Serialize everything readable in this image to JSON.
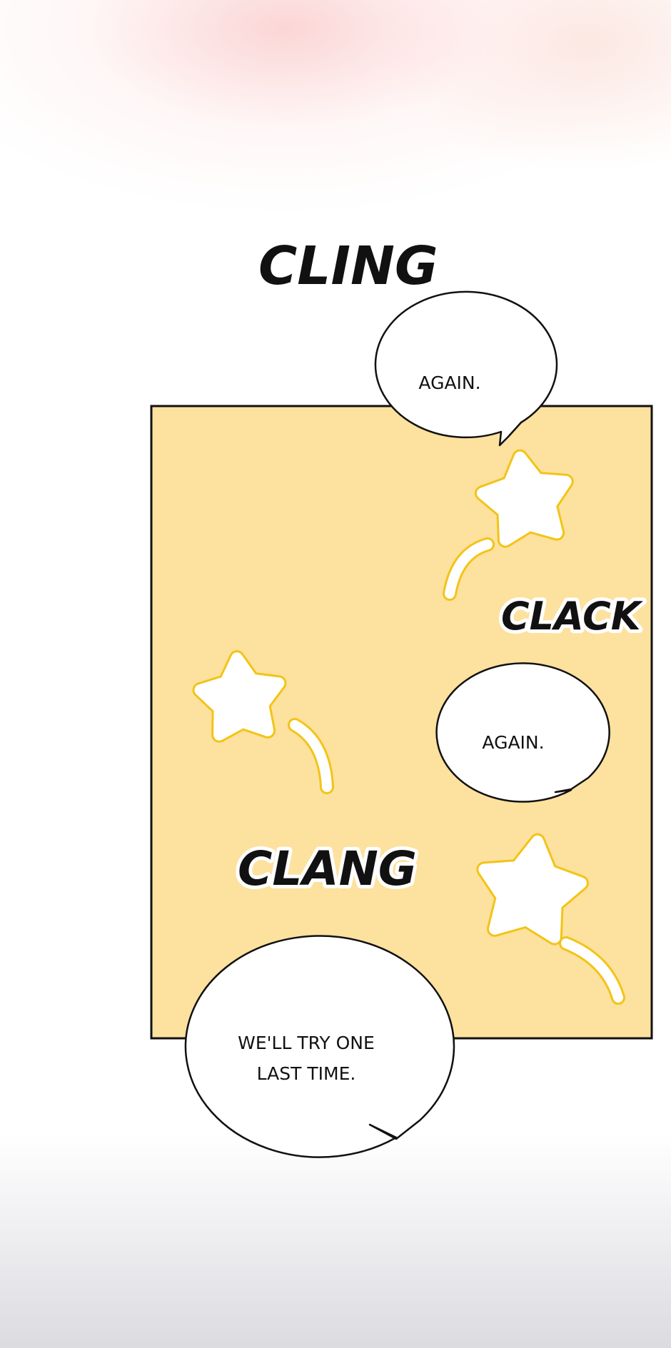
{
  "sound_effects": {
    "cling": "CLING",
    "clack": "CLACK",
    "clang": "CLANG"
  },
  "speech_bubbles": {
    "first": "AGAIN.",
    "second": "AGAIN.",
    "third": {
      "line1": "WE'LL TRY ONE",
      "line2": "LAST TIME."
    }
  },
  "colors": {
    "panel": "#fde19e",
    "star_outline": "#f2c417",
    "ink": "#111111"
  }
}
